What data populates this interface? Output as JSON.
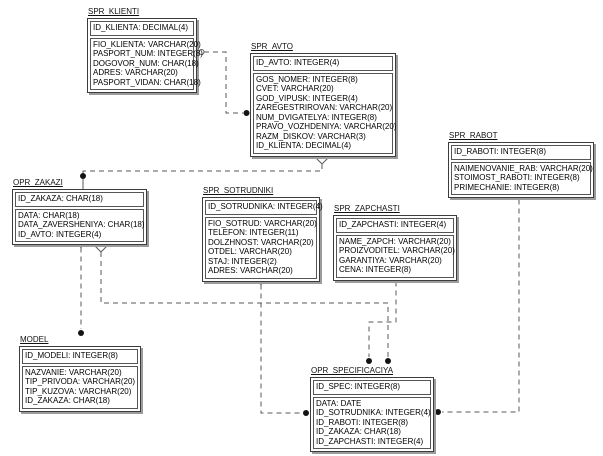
{
  "diagram": {
    "kind": "entity-relationship-diagram",
    "line_style": "dashed",
    "colors": {
      "background": "#ffffff",
      "entity_border": "#3c3c3c",
      "entity_shadow": "#9c9c9c",
      "relationship_line": "#5a5a5a",
      "text": "#000000"
    }
  },
  "entities": {
    "spr_klienti": {
      "title": "SPR_KLIENTI",
      "primary_key": [
        "ID_KLIENTA: DECIMAL(4)"
      ],
      "fields": [
        "FIO_KLIENTA: VARCHAR(20)",
        "PASPORT_NUM: INTEGER(8)",
        "DOGOVOR_NUM: CHAR(18)",
        "ADRES: VARCHAR(20)",
        "PASPORT_VIDAN: CHAR(18)"
      ]
    },
    "spr_avto": {
      "title": "SPR_AVTO",
      "primary_key": [
        "ID_AVTO: INTEGER(4)"
      ],
      "fields": [
        "GOS_NOMER: INTEGER(8)",
        "CVET: VARCHAR(20)",
        "GOD_VIPUSK: INTEGER(4)",
        "ZAREGESTRIROVAN: VARCHAR(20)",
        "NUM_DVIGATELYA: INTEGER(8)",
        "PRAVO_VOZHDENIYA: VARCHAR(20)",
        "RAZM_DISKOV: VARCHAR(3)",
        "ID_KLIENTA: DECIMAL(4)"
      ]
    },
    "spr_rabot": {
      "title": "SPR_RABOT",
      "primary_key": [
        "ID_RABOTI: INTEGER(8)"
      ],
      "fields": [
        "NAIMENOVANIE_RAB: VARCHAR(20)",
        "STOIMOST_RABOTI: INTEGER(8)",
        "PRIMECHANIE: INTEGER(8)"
      ]
    },
    "opr_zakazi": {
      "title": "OPR_ZAKAZI",
      "primary_key": [
        "ID_ZAKAZA: CHAR(18)"
      ],
      "fields": [
        "DATA: CHAR(18)",
        "DATA_ZAVERSHENIYA: CHAR(18)",
        "ID_AVTO: INTEGER(4)"
      ]
    },
    "spr_sotrudniki": {
      "title": "SPR_SOTRUDNIKI",
      "primary_key": [
        "ID_SOTRUDNIKA: INTEGER(4)"
      ],
      "fields": [
        "FIO_SOTRUD: VARCHAR(20)",
        "TELEFON: INTEGER(11)",
        "DOLZHNOST: VARCHAR(20)",
        "OTDEL: VARCHAR(20)",
        "STAJ: INTEGER(2)",
        "ADRES: VARCHAR(20)"
      ]
    },
    "spr_zapchasti": {
      "title": "SPR_ZAPCHASTI",
      "primary_key": [
        "ID_ZAPCHASTI: INTEGER(4)"
      ],
      "fields": [
        "NAME_ZAPCH: VARCHAR(20)",
        "PROIZVODITEL: VARCHAR(20)",
        "GARANTIYA: VARCHAR(20)",
        "CENA: INTEGER(8)"
      ]
    },
    "model": {
      "title": "MODEL",
      "primary_key": [
        "ID_MODELI: INTEGER(8)"
      ],
      "fields": [
        "NAZVANIE: VARCHAR(20)",
        "TIP_PRIVODA: VARCHAR(20)",
        "TIP_KUZOVA: VARCHAR(20)",
        "ID_ZAKAZA: CHAR(18)"
      ]
    },
    "opr_specificaciya": {
      "title": "OPR_SPECIFICACIYA",
      "primary_key": [
        "ID_SPEC: INTEGER(8)"
      ],
      "fields": [
        "DATA: DATE",
        "ID_SOTRUDNIKA: INTEGER(4)",
        "ID_RABOTI: INTEGER(8)",
        "ID_ZAKAZA: CHAR(18)",
        "ID_ZAPCHASTI: INTEGER(4)"
      ]
    }
  },
  "relationships": [
    {
      "from": "SPR_KLIENTI",
      "to": "SPR_AVTO",
      "from_marker": "circle",
      "to_marker": "filled-dot"
    },
    {
      "from": "SPR_AVTO",
      "to": "OPR_ZAKAZI",
      "from_marker": "circle-crow-foot",
      "to_marker": "filled-dot"
    },
    {
      "from": "OPR_ZAKAZI",
      "to": "MODEL",
      "from_marker": "crow-foot",
      "to_marker": "filled-dot"
    },
    {
      "from": "OPR_ZAKAZI",
      "to": "OPR_SPECIFICACIYA",
      "from_marker": "circle-crow-foot",
      "to_marker": "filled-dot"
    },
    {
      "from": "SPR_ZAPCHASTI",
      "to": "OPR_SPECIFICACIYA",
      "from_marker": "crow-foot",
      "to_marker": "filled-dot"
    },
    {
      "from": "SPR_SOTRUDNIKI",
      "to": "OPR_SPECIFICACIYA",
      "from_marker": "crow-foot",
      "to_marker": "filled-dot"
    },
    {
      "from": "SPR_RABOT",
      "to": "OPR_SPECIFICACIYA",
      "from_marker": "crow-foot",
      "to_marker": "filled-dot"
    }
  ]
}
